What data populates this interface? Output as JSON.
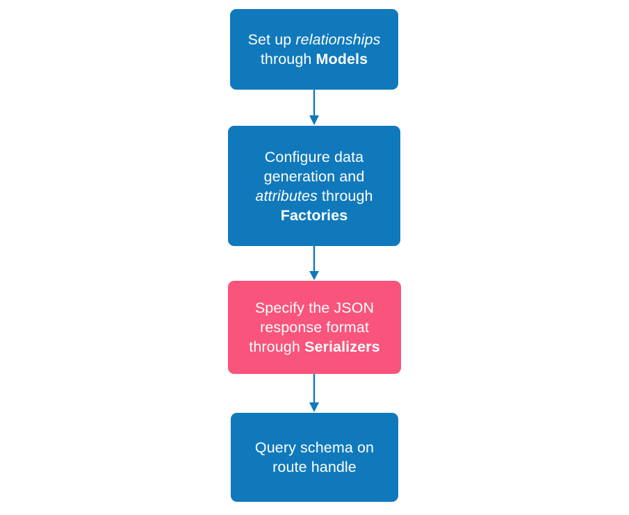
{
  "diagram": {
    "type": "flowchart",
    "orientation": "top-to-bottom",
    "background_color": "#ffffff",
    "palette": {
      "blue": "#1079BC",
      "pink": "#F9547B",
      "arrow": "#1079BC",
      "text": "#ffffff"
    },
    "nodes": [
      {
        "id": "models",
        "color": "#1079BC",
        "lines": [
          {
            "segments": [
              {
                "text": "Set up ",
                "style": "normal"
              },
              {
                "text": "relationships",
                "style": "italic"
              }
            ]
          },
          {
            "segments": [
              {
                "text": "through ",
                "style": "normal"
              },
              {
                "text": "Models",
                "style": "bold"
              }
            ]
          }
        ],
        "plain_text": "Set up relationships through Models"
      },
      {
        "id": "factories",
        "color": "#1079BC",
        "lines": [
          {
            "segments": [
              {
                "text": "Configure data",
                "style": "normal"
              }
            ]
          },
          {
            "segments": [
              {
                "text": "generation and",
                "style": "normal"
              }
            ]
          },
          {
            "segments": [
              {
                "text": "attributes",
                "style": "italic"
              },
              {
                "text": " through",
                "style": "normal"
              }
            ]
          },
          {
            "segments": [
              {
                "text": "Factories",
                "style": "bold"
              }
            ]
          }
        ],
        "plain_text": "Configure data generation and attributes through Factories"
      },
      {
        "id": "serializers",
        "color": "#F9547B",
        "lines": [
          {
            "segments": [
              {
                "text": "Specify the JSON",
                "style": "normal"
              }
            ]
          },
          {
            "segments": [
              {
                "text": "response format",
                "style": "normal"
              }
            ]
          },
          {
            "segments": [
              {
                "text": "through ",
                "style": "normal"
              },
              {
                "text": "Serializers",
                "style": "bold"
              }
            ]
          }
        ],
        "plain_text": "Specify the JSON response format through Serializers"
      },
      {
        "id": "query",
        "color": "#1079BC",
        "lines": [
          {
            "segments": [
              {
                "text": "Query schema on",
                "style": "normal"
              }
            ]
          },
          {
            "segments": [
              {
                "text": "route handle",
                "style": "normal"
              }
            ]
          }
        ],
        "plain_text": "Query schema on route handle"
      }
    ],
    "edges": [
      {
        "from": "models",
        "to": "factories",
        "arrow": "down"
      },
      {
        "from": "factories",
        "to": "serializers",
        "arrow": "down"
      },
      {
        "from": "serializers",
        "to": "query",
        "arrow": "down"
      }
    ]
  }
}
